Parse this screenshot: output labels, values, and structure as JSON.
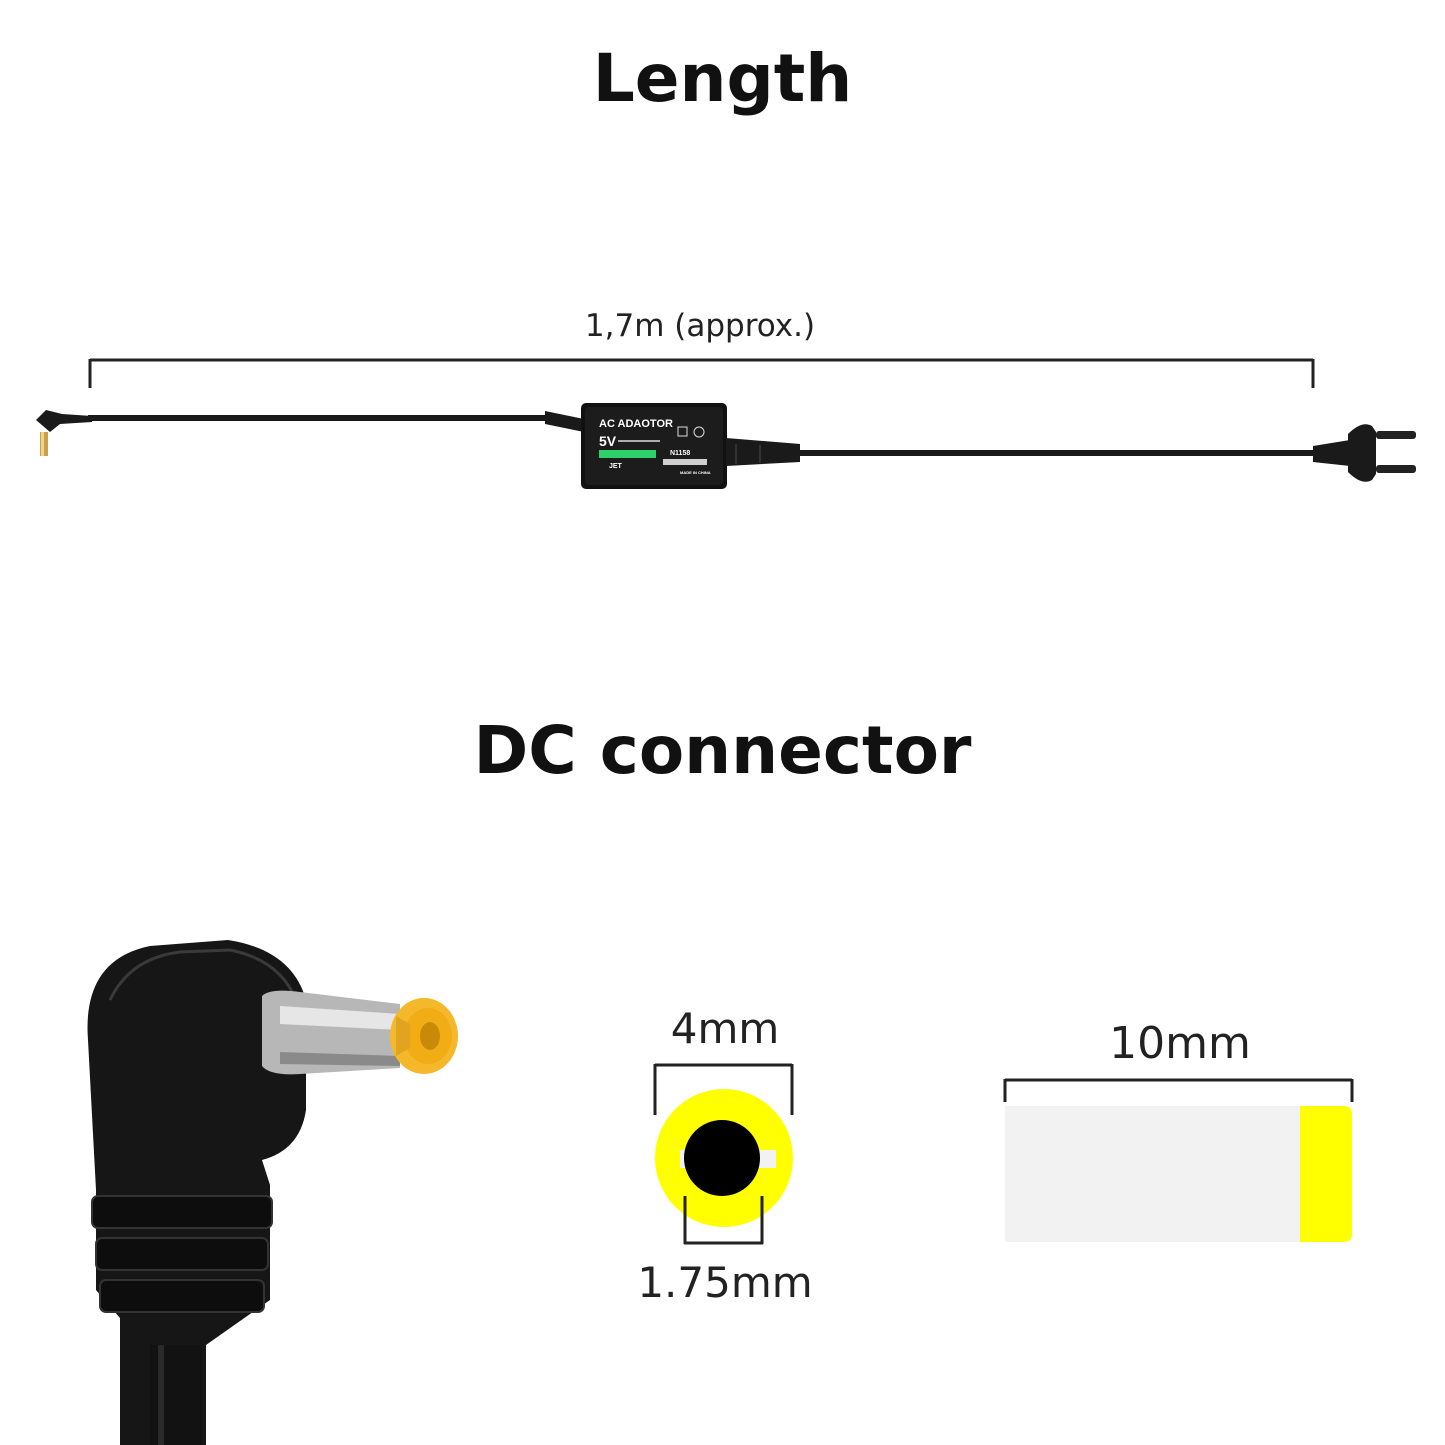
{
  "sections": {
    "length_title": "Length",
    "dc_title": "DC connector"
  },
  "dimensions": {
    "cable_length": "1,7m (approx.)",
    "outer_diameter": "4mm",
    "inner_diameter": "1.75mm",
    "plug_length": "10mm"
  },
  "adapter_label": {
    "title": "AC ADAOTOR",
    "voltage": "5V",
    "model": "N1158",
    "origin": "MADE IN CHINA",
    "jet": "JET"
  },
  "colors": {
    "tip_yellow": "#ffff00",
    "tip_amber": "#f5b82a",
    "sleeve_gray": "#f2f2f2",
    "cable_black": "#151515",
    "label_green": "#2ed06a"
  }
}
